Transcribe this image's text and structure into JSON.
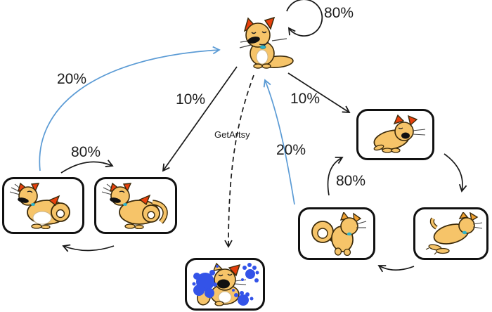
{
  "diagram": {
    "type": "state-machine",
    "background": "#FFFFFF",
    "colors": {
      "arrow_black": "#1A1A1A",
      "arrow_blue": "#5B9BD5",
      "box_border": "#111111",
      "cat_body": "#F6C469",
      "cat_ear_red": "#E8400C",
      "collar_teal": "#2FB3C9",
      "paint_blue": "#3353E8"
    },
    "nodes": [
      {
        "id": "top",
        "icon": "sitting-cat-icon",
        "boxed": false
      },
      {
        "id": "left-box-1",
        "icon": "grooming-cat-icon",
        "boxed": true
      },
      {
        "id": "left-box-2",
        "icon": "grooming-tail-cat-icon",
        "boxed": true
      },
      {
        "id": "bottom-center-box",
        "icon": "paint-splattered-cat-icon",
        "boxed": true
      },
      {
        "id": "right-top-box",
        "icon": "lying-cat-icon",
        "boxed": true
      },
      {
        "id": "right-bottom-left-box",
        "icon": "walking-away-cat-icon",
        "boxed": true
      },
      {
        "id": "right-bottom-right-box",
        "icon": "stretching-cat-icon",
        "boxed": true
      }
    ],
    "edges": [
      {
        "from": "top",
        "to": "top",
        "label": "80%",
        "style": "solid",
        "color": "black"
      },
      {
        "from": "left-box-1",
        "to": "top",
        "label": "20%",
        "style": "solid",
        "color": "blue"
      },
      {
        "from": "top",
        "to": "left-box-2",
        "label": "10%",
        "style": "solid",
        "color": "black"
      },
      {
        "from": "top",
        "to": "right-top-box",
        "label": "10%",
        "style": "solid",
        "color": "black"
      },
      {
        "from": "top",
        "to": "bottom-center-box",
        "label": "GetArtsy",
        "style": "dashed",
        "color": "black"
      },
      {
        "from": "right-bottom-left-box",
        "to": "top",
        "label": "20%",
        "style": "solid",
        "color": "blue"
      },
      {
        "from": "left-box-1",
        "to": "left-box-2",
        "label": "80%",
        "style": "solid",
        "color": "black"
      },
      {
        "from": "left-box-2",
        "to": "left-box-1",
        "label": "",
        "style": "solid",
        "color": "black"
      },
      {
        "from": "right-bottom-left-box",
        "to": "right-top-box",
        "label": "80%",
        "style": "solid",
        "color": "black"
      },
      {
        "from": "right-top-box",
        "to": "right-bottom-right-box",
        "label": "",
        "style": "solid",
        "color": "black"
      },
      {
        "from": "right-bottom-right-box",
        "to": "right-bottom-left-box",
        "label": "",
        "style": "solid",
        "color": "black"
      }
    ]
  }
}
